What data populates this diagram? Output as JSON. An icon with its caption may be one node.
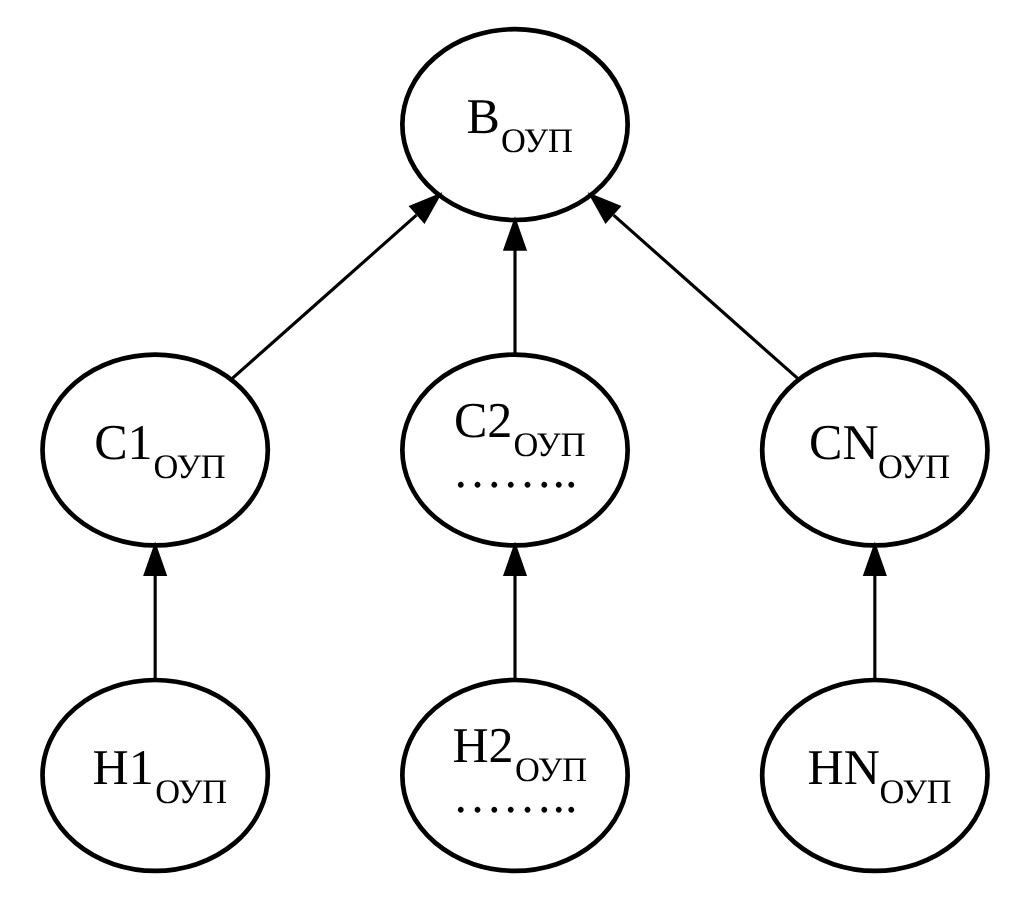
{
  "diagram": {
    "nodes": [
      {
        "text": [
          "В$_{ОУП}$"
        ]
      },
      {
        "text": [
          "С1$_{ОУП}$"
        ]
      },
      {
        "text": [
          "С2$_{ОУП}$",
          "…….."
        ]
      },
      {
        "text": [
          "СN$_{ОУП}$"
        ]
      },
      {
        "text": [
          "Н1$_{ОУП}$"
        ]
      },
      {
        "text": [
          "Н2$_{ОУП}$",
          "…….."
        ]
      },
      {
        "text": [
          "НN$_{ОУП}$"
        ]
      }
    ],
    "edges": [
      {
        "from": 1,
        "to": 0,
        "arrow": "to"
      },
      {
        "from": 2,
        "to": 0,
        "arrow": "to"
      },
      {
        "from": 3,
        "to": 0,
        "arrow": "to"
      },
      {
        "from": 4,
        "to": 1,
        "arrow": "to"
      },
      {
        "from": 5,
        "to": 2,
        "arrow": "to"
      },
      {
        "from": 6,
        "to": 3,
        "arrow": "to"
      }
    ]
  }
}
